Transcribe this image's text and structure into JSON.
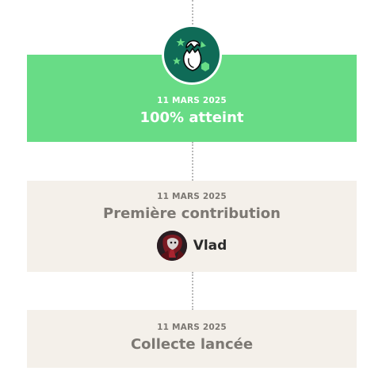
{
  "colors": {
    "accent_green": "#68dc86",
    "badge_green": "#0f6b57",
    "card_beige": "#f4f0ea",
    "muted_text": "#7c7873",
    "dark_text": "#2b2b2b"
  },
  "milestones": [
    {
      "date": "11 MARS 2025",
      "title": "100% atteint",
      "icon": "hatched-egg-icon"
    },
    {
      "date": "11 MARS 2025",
      "title": "Première contribution",
      "contributor": {
        "name": "Vlad",
        "avatar": "user-avatar"
      }
    },
    {
      "date": "11 MARS 2025",
      "title": "Collecte lancée"
    }
  ]
}
